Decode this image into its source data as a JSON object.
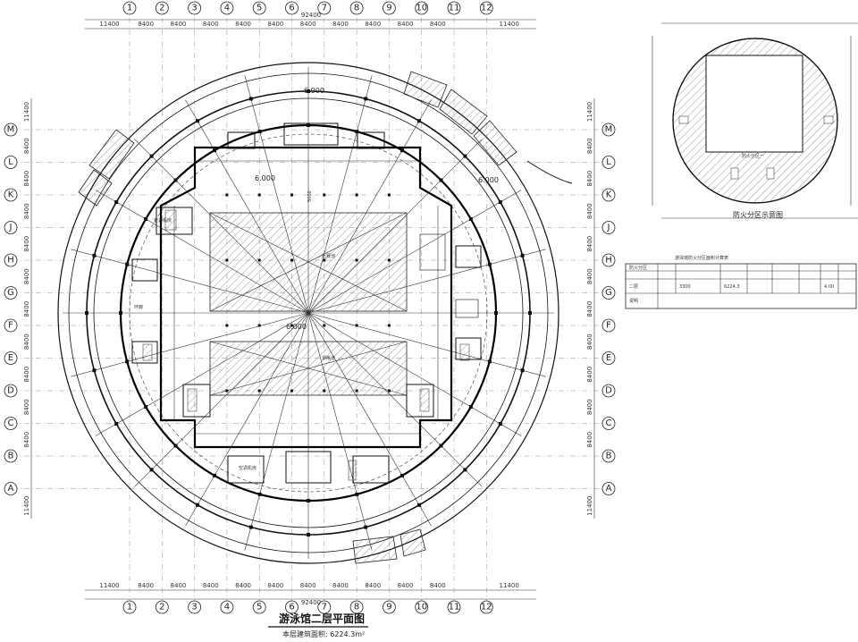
{
  "drawing": {
    "title": "游泳馆二层平面图",
    "area_label": "本层建筑面积: 6224.3m²",
    "col_axes": [
      "1",
      "2",
      "3",
      "4",
      "5",
      "6",
      "7",
      "8",
      "9",
      "10",
      "11",
      "12"
    ],
    "row_axes": [
      "M",
      "L",
      "K",
      "J",
      "H",
      "G",
      "F",
      "E",
      "D",
      "C",
      "B",
      "A"
    ],
    "top_dims": [
      "11400",
      "8400",
      "8400",
      "8400",
      "8400",
      "8400",
      "8400",
      "8400",
      "8400",
      "8400",
      "8400",
      "11400"
    ],
    "total_dim": "92400",
    "side_dims": [
      "11400",
      "8400",
      "8400",
      "8400",
      "8400",
      "8400",
      "8400",
      "8400",
      "8400",
      "8400",
      "8400",
      "11400"
    ],
    "elev_1": "6.000",
    "elev_2": "6.000",
    "elev_3": "6.000",
    "elev_4": "6.000",
    "pool_label_1": "比赛池",
    "pool_label_2": "训练池",
    "note_1": "空调机房",
    "note_2": "空调机房",
    "note_3": "环廊",
    "vertical_dim": "5000"
  },
  "inset": {
    "caption": "防火分区示意图",
    "zone_label": "防火分区一"
  },
  "table": {
    "title": "游泳馆防火分区面积计算表",
    "row_labels": [
      "防火分区",
      "二层",
      "说明"
    ],
    "values": [
      "6224.3",
      "3300",
      "4.00"
    ]
  }
}
